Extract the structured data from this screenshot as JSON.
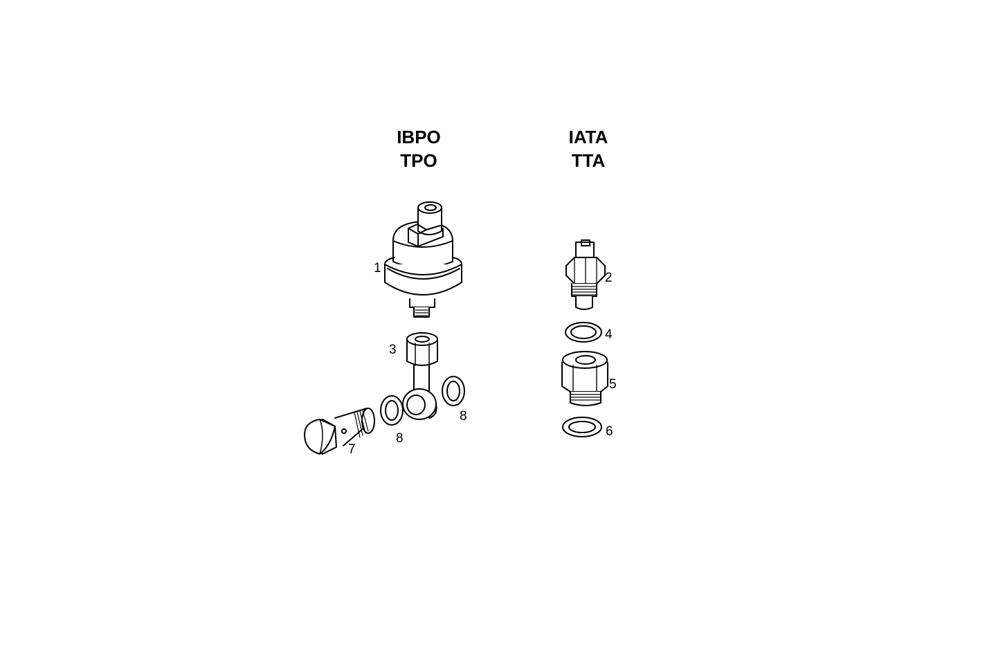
{
  "headings": {
    "left": [
      "IBPO",
      "TPO"
    ],
    "right": [
      "IATA",
      "TTA"
    ]
  },
  "callouts": {
    "c1": "1",
    "c2": "2",
    "c3": "3",
    "c4": "4",
    "c5": "5",
    "c6": "6",
    "c7": "7",
    "c8a": "8",
    "c8b": "8"
  },
  "parts": [
    {
      "number": "1",
      "name": "pressure-switch"
    },
    {
      "number": "2",
      "name": "temperature-sender"
    },
    {
      "number": "3",
      "name": "banjo-fitting"
    },
    {
      "number": "4",
      "name": "sealing-washer"
    },
    {
      "number": "5",
      "name": "adapter-nut"
    },
    {
      "number": "6",
      "name": "sealing-washer"
    },
    {
      "number": "7",
      "name": "banjo-bolt"
    },
    {
      "number": "8",
      "name": "sealing-washer"
    }
  ]
}
